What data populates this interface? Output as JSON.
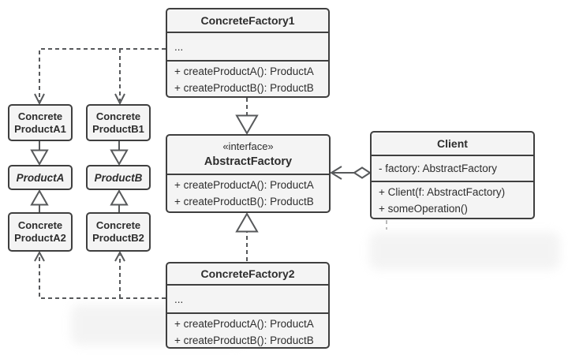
{
  "diagram_type": "uml-class-diagram (Abstract Factory pattern)",
  "classes": {
    "concrete_factory_1": {
      "name": "ConcreteFactory1",
      "fields": [
        "..."
      ],
      "methods": [
        "+ createProductA(): ProductA",
        "+ createProductB(): ProductB"
      ]
    },
    "abstract_factory": {
      "stereotype": "«interface»",
      "name": "AbstractFactory",
      "methods": [
        "+ createProductA(): ProductA",
        "+ createProductB(): ProductB"
      ]
    },
    "concrete_factory_2": {
      "name": "ConcreteFactory2",
      "fields": [
        "..."
      ],
      "methods": [
        "+ createProductA(): ProductA",
        "+ createProductB(): ProductB"
      ]
    },
    "client": {
      "name": "Client",
      "fields": [
        "- factory: AbstractFactory"
      ],
      "methods": [
        "+ Client(f: AbstractFactory)",
        "+ someOperation()"
      ]
    },
    "concrete_product_a1": {
      "name_line1": "Concrete",
      "name_line2": "ProductA1"
    },
    "concrete_product_b1": {
      "name_line1": "Concrete",
      "name_line2": "ProductB1"
    },
    "product_a": {
      "name": "ProductA"
    },
    "product_b": {
      "name": "ProductB"
    },
    "concrete_product_a2": {
      "name_line1": "Concrete",
      "name_line2": "ProductA2"
    },
    "concrete_product_b2": {
      "name_line1": "Concrete",
      "name_line2": "ProductB2"
    }
  },
  "relationships": [
    {
      "from": "ConcreteFactory1",
      "to": "AbstractFactory",
      "type": "realization"
    },
    {
      "from": "ConcreteFactory2",
      "to": "AbstractFactory",
      "type": "realization"
    },
    {
      "from": "Client",
      "to": "AbstractFactory",
      "type": "aggregation"
    },
    {
      "from": "ConcreteFactory1",
      "to": "ConcreteProductA1",
      "type": "dependency"
    },
    {
      "from": "ConcreteFactory1",
      "to": "ConcreteProductB1",
      "type": "dependency"
    },
    {
      "from": "ConcreteFactory2",
      "to": "ConcreteProductA2",
      "type": "dependency"
    },
    {
      "from": "ConcreteFactory2",
      "to": "ConcreteProductB2",
      "type": "dependency"
    },
    {
      "from": "ConcreteProductA1",
      "to": "ProductA",
      "type": "inheritance"
    },
    {
      "from": "ConcreteProductA2",
      "to": "ProductA",
      "type": "inheritance"
    },
    {
      "from": "ConcreteProductB1",
      "to": "ProductB",
      "type": "inheritance"
    },
    {
      "from": "ConcreteProductB2",
      "to": "ProductB",
      "type": "inheritance"
    }
  ],
  "colors": {
    "box_fill": "#f4f4f4",
    "box_border": "#3f3f3f",
    "connector": "#57595b",
    "text": "#2d2d2d",
    "background": "#ffffff"
  }
}
